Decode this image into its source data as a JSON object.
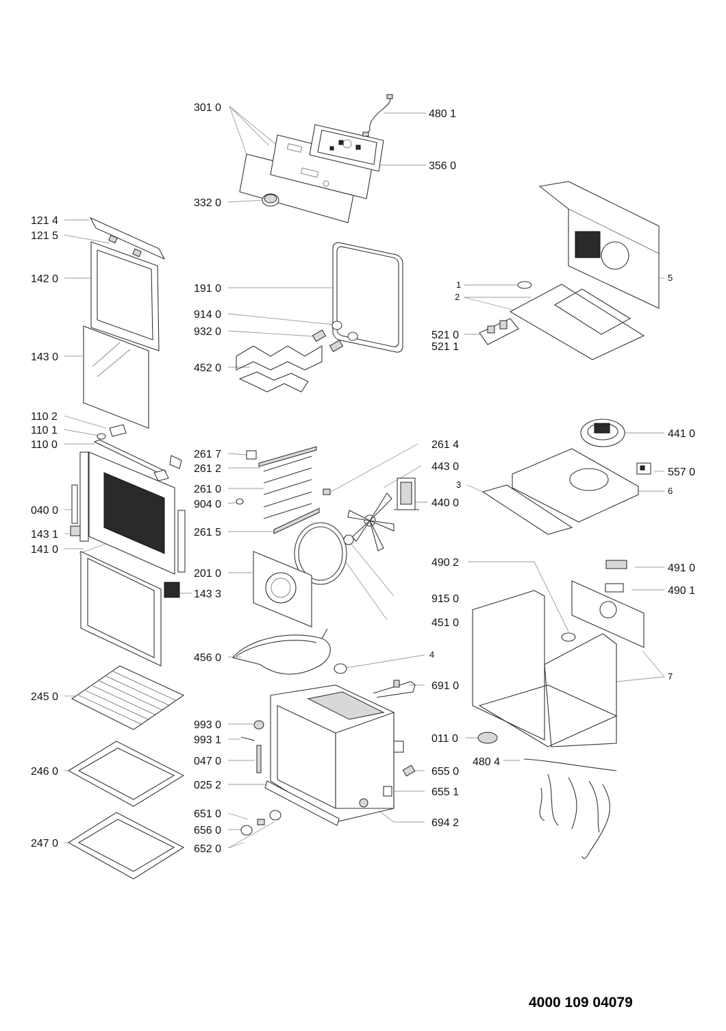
{
  "diagram": {
    "document_number": "4000 109 04079",
    "callouts": [
      {
        "id": "c3010",
        "text": "301 0"
      },
      {
        "id": "c4801",
        "text": "480 1"
      },
      {
        "id": "c3560",
        "text": "356 0"
      },
      {
        "id": "c3320",
        "text": "332 0"
      },
      {
        "id": "c1214",
        "text": "121 4"
      },
      {
        "id": "c1215",
        "text": "121 5"
      },
      {
        "id": "c1420",
        "text": "142 0"
      },
      {
        "id": "c1910",
        "text": "191 0"
      },
      {
        "id": "c9140",
        "text": "914 0"
      },
      {
        "id": "c9320",
        "text": "932 0"
      },
      {
        "id": "c4520",
        "text": "452 0"
      },
      {
        "id": "c1430",
        "text": "143 0"
      },
      {
        "id": "c1102",
        "text": "110 2"
      },
      {
        "id": "c1101",
        "text": "110 1"
      },
      {
        "id": "c1100",
        "text": "110 0"
      },
      {
        "id": "c2617",
        "text": "261 7"
      },
      {
        "id": "c2612",
        "text": "261 2"
      },
      {
        "id": "c2614",
        "text": "261 4"
      },
      {
        "id": "c4430",
        "text": "443 0"
      },
      {
        "id": "c2610",
        "text": "261 0"
      },
      {
        "id": "c9040",
        "text": "904 0"
      },
      {
        "id": "c4400",
        "text": "440 0"
      },
      {
        "id": "c0400",
        "text": "040 0"
      },
      {
        "id": "c1431",
        "text": "143 1"
      },
      {
        "id": "c1410",
        "text": "141 0"
      },
      {
        "id": "c2615",
        "text": "261 5"
      },
      {
        "id": "c2010",
        "text": "201 0"
      },
      {
        "id": "c1433",
        "text": "143 3"
      },
      {
        "id": "c9150",
        "text": "915 0"
      },
      {
        "id": "c4510",
        "text": "451 0"
      },
      {
        "id": "c4560",
        "text": "456 0"
      },
      {
        "id": "c2450",
        "text": "245 0"
      },
      {
        "id": "c9930",
        "text": "993 0"
      },
      {
        "id": "c9931",
        "text": "993 1"
      },
      {
        "id": "c0470",
        "text": "047 0"
      },
      {
        "id": "c2460",
        "text": "246 0"
      },
      {
        "id": "c0252",
        "text": "025 2"
      },
      {
        "id": "c6510",
        "text": "651 0"
      },
      {
        "id": "c6560",
        "text": "656 0"
      },
      {
        "id": "c6520",
        "text": "652 0"
      },
      {
        "id": "c2470",
        "text": "247 0"
      },
      {
        "id": "c6910",
        "text": "691 0"
      },
      {
        "id": "c0110",
        "text": "011 0"
      },
      {
        "id": "c6550",
        "text": "655 0"
      },
      {
        "id": "c6551",
        "text": "655 1"
      },
      {
        "id": "c6942",
        "text": "694 2"
      },
      {
        "id": "c4804",
        "text": "480 4"
      },
      {
        "id": "c4902",
        "text": "490 2"
      },
      {
        "id": "c4910",
        "text": "491 0"
      },
      {
        "id": "c4901",
        "text": "490 1"
      },
      {
        "id": "c4410",
        "text": "441 0"
      },
      {
        "id": "c5570",
        "text": "557 0"
      },
      {
        "id": "c5210",
        "text": "521 0"
      },
      {
        "id": "c5211",
        "text": "521 1"
      },
      {
        "id": "n1",
        "text": "1"
      },
      {
        "id": "n2",
        "text": "2"
      },
      {
        "id": "n3",
        "text": "3"
      },
      {
        "id": "n4",
        "text": "4"
      },
      {
        "id": "n5",
        "text": "5"
      },
      {
        "id": "n6",
        "text": "6"
      },
      {
        "id": "n7",
        "text": "7"
      }
    ]
  }
}
